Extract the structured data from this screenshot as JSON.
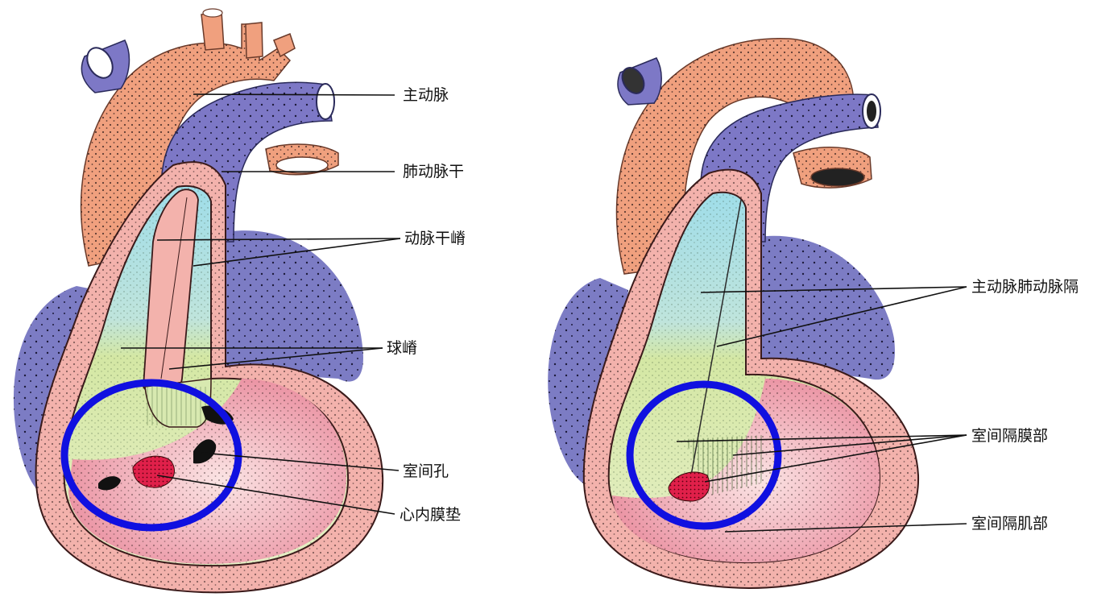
{
  "left_figure": {
    "labels": {
      "aorta": "主动脉",
      "pulmonary_trunk": "肺动脉干",
      "truncal_ridges": "动脉干嵴",
      "bulbar_ridges": "球嵴",
      "interventricular_foramen": "室间孔",
      "endocardial_cushion": "心内膜垫"
    }
  },
  "right_figure": {
    "labels": {
      "aorticopulmonary_septum": "主动脉肺动脉隔",
      "membranous_septum": "室间隔膜部",
      "muscular_septum": "室间隔肌部"
    }
  },
  "colors": {
    "aorta": "#f0a07e",
    "pulmonary": "#7d78c6",
    "atrium": "#7c7cc4",
    "ventricle_outer": "#f3b2ac",
    "ventricle_inner": "#f7cfcf",
    "bulbus_upper": "#a6e0ea",
    "bulbus_lower": "#d6e7a8",
    "cushion": "#e0204a",
    "highlight_circle": "#1010e0"
  }
}
